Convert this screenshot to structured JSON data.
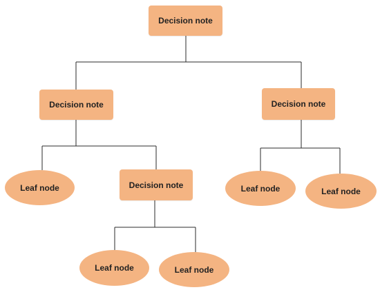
{
  "diagram": {
    "colors": {
      "node_fill": "#f4b482",
      "line": "#2a2a2a",
      "text": "#222222"
    },
    "nodes": {
      "root": {
        "label": "Decision note"
      },
      "left_decision": {
        "label": "Decision note"
      },
      "right_decision": {
        "label": "Decision note"
      },
      "left_leaf": {
        "label": "Leaf node"
      },
      "middle_decision": {
        "label": "Decision note"
      },
      "bottom_leaf_left": {
        "label": "Leaf node"
      },
      "bottom_leaf_right": {
        "label": "Leaf node"
      },
      "right_leaf_left": {
        "label": "Leaf node"
      },
      "right_leaf_right": {
        "label": "Leaf node"
      }
    }
  }
}
